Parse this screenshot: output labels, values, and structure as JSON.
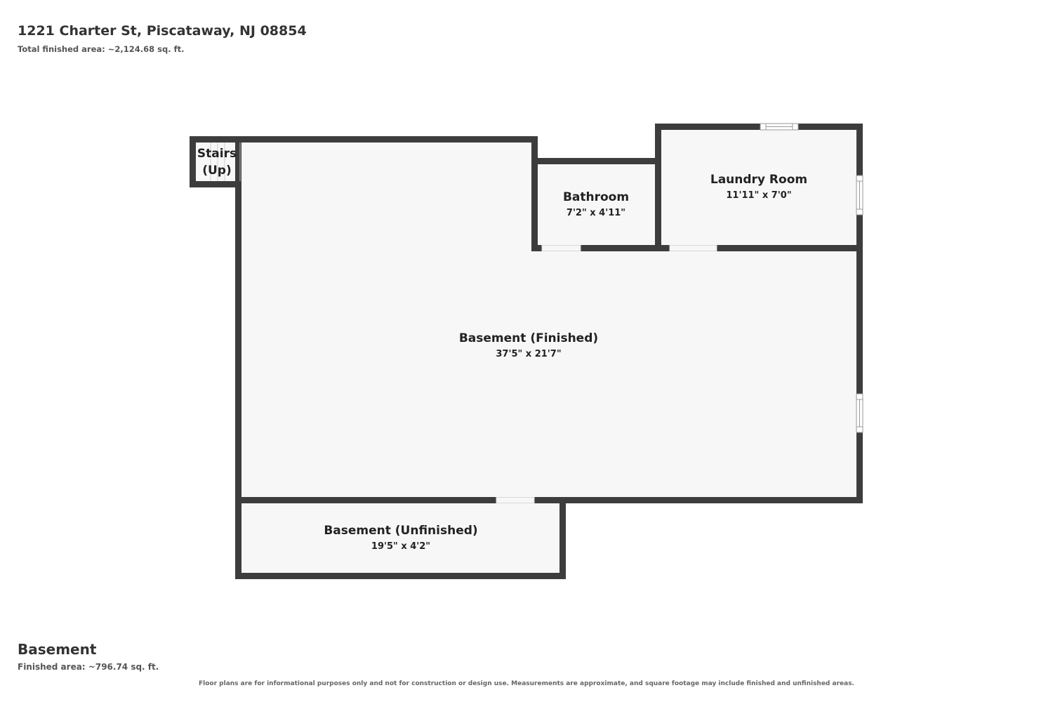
{
  "header": {
    "address": "1221 Charter St, Piscataway, NJ 08854",
    "total_area": "Total finished area: ~2,124.68 sq. ft."
  },
  "floor": {
    "name": "Basement",
    "area": "Finished area: ~796.74 sq. ft."
  },
  "rooms": {
    "stairs": {
      "line1": "Stairs",
      "line2": "(Up)"
    },
    "bathroom": {
      "name": "Bathroom",
      "dims": "7'2\" x 4'11\""
    },
    "laundry": {
      "name": "Laundry Room",
      "dims": "11'11\" x 7'0\""
    },
    "basement_finished": {
      "name": "Basement (Finished)",
      "dims": "37'5\" x 21'7\""
    },
    "basement_unfinished": {
      "name": "Basement (Unfinished)",
      "dims": "19'5\" x 4'2\""
    }
  },
  "colors": {
    "wall": "#3d3d3d",
    "floor_fill": "#f7f7f7"
  },
  "footer": {
    "disclaimer": "Floor plans are for informational purposes only and not for construction or design use. Measurements are approximate, and square footage may include finished and unfinished areas."
  }
}
